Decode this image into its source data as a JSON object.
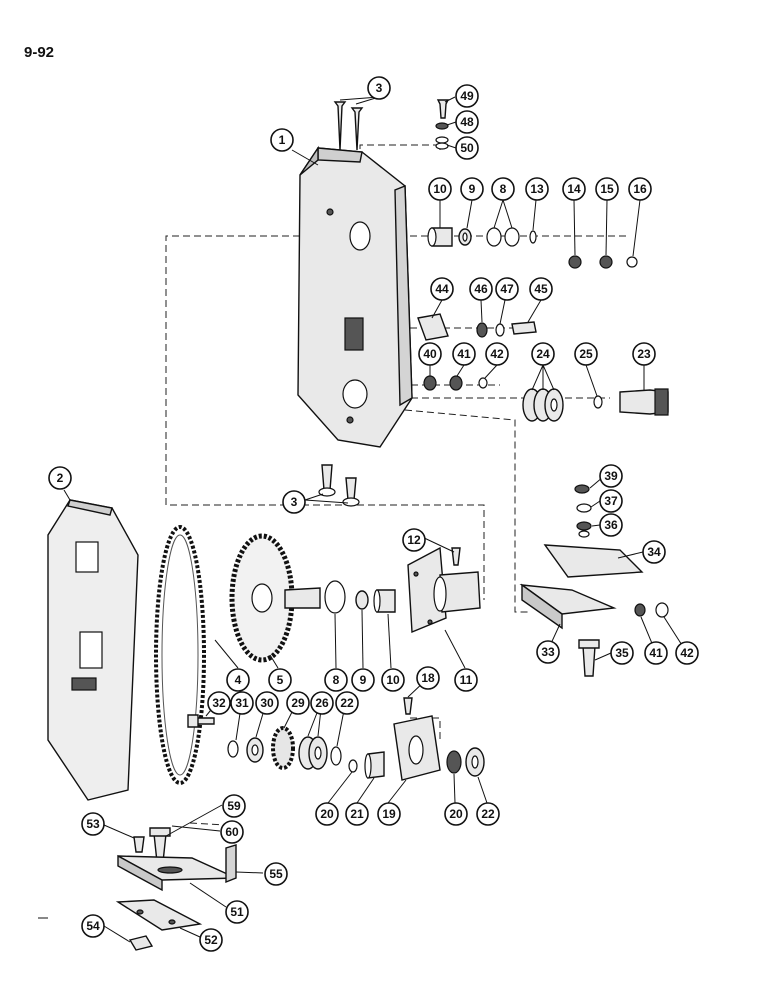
{
  "page_number": "9-92",
  "callouts": {
    "c1": "1",
    "c2": "2",
    "c3a": "3",
    "c3b": "3",
    "c4": "4",
    "c5": "5",
    "c8a": "8",
    "c8b": "8",
    "c9a": "9",
    "c9b": "9",
    "c10a": "10",
    "c10b": "10",
    "c11": "11",
    "c12": "12",
    "c13": "13",
    "c14": "14",
    "c15": "15",
    "c16": "16",
    "c18": "18",
    "c19": "19",
    "c20a": "20",
    "c20b": "20",
    "c21": "21",
    "c22a": "22",
    "c22b": "22",
    "c23": "23",
    "c24": "24",
    "c25": "25",
    "c26": "26",
    "c29": "29",
    "c30": "30",
    "c31": "31",
    "c32": "32",
    "c33": "33",
    "c34": "34",
    "c35": "35",
    "c36": "36",
    "c37": "37",
    "c39": "39",
    "c40": "40",
    "c41a": "41",
    "c41b": "41",
    "c42a": "42",
    "c42b": "42",
    "c44": "44",
    "c45": "45",
    "c46": "46",
    "c47": "47",
    "c48": "48",
    "c49": "49",
    "c50": "50",
    "c51": "51",
    "c52": "52",
    "c53": "53",
    "c54": "54",
    "c55": "55",
    "c59": "59",
    "c60": "60"
  }
}
